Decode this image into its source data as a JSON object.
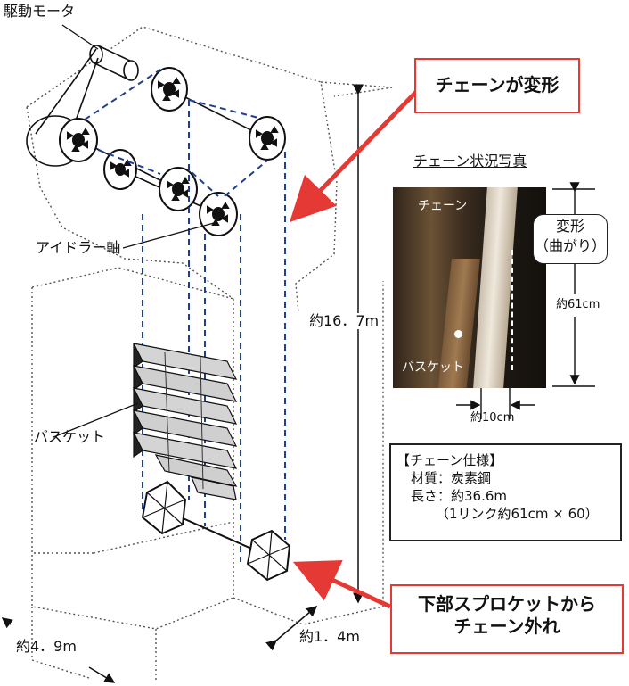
{
  "labels": {
    "drive_motor": "駆動モータ",
    "idler_shaft": "アイドラー軸",
    "basket": "バスケット",
    "height": "約16．7m",
    "width": "約4．9m",
    "depth": "約1．4m"
  },
  "callouts": {
    "chain_deformed": "チェーンが変形",
    "sprocket_off_line1": "下部スプロケットから",
    "sprocket_off_line2": "チェーン外れ"
  },
  "photo": {
    "title": "チェーン状況写真",
    "chain_label": "チェーン",
    "basket_label": "バスケット",
    "deform_line1": "変形",
    "deform_line2": "（曲がり）",
    "length": "約61cm",
    "width": "約10cm"
  },
  "spec": {
    "title": "【チェーン仕様】",
    "material": "材質：炭素鋼",
    "length": "長さ：約36.6m",
    "detail": "（1リンク約61cm × 60）"
  },
  "colors": {
    "accent_red": "#e53935",
    "chain_blue": "#1f3f8f"
  }
}
